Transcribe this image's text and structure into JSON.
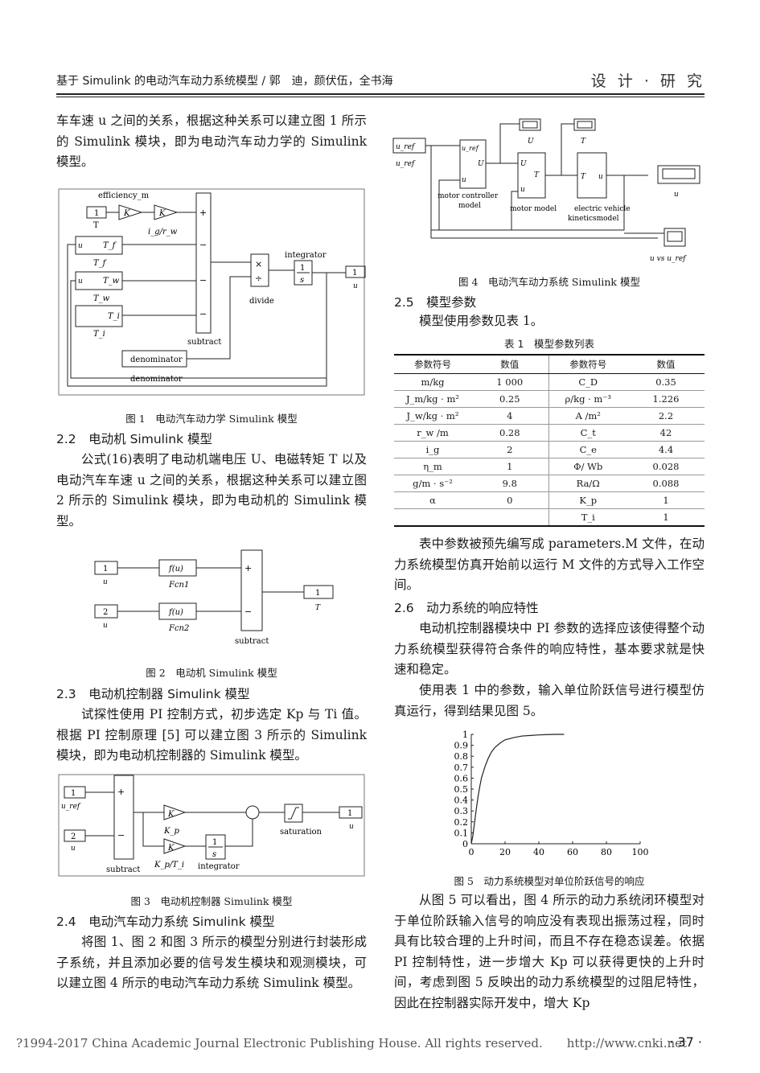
{
  "header": {
    "left": "基于 Simulink 的电动汽车动力系统模型 / 郭　迪，颜伏伍，全书海",
    "right": "设 计 · 研 究"
  },
  "left": {
    "intro": "车车速 u 之间的关系，根据这种关系可以建立图 1 所示的 Simulink 模块，即为电动汽车动力学的 Simulink 模型。",
    "fig1": {
      "efficiency": "efficiency_m",
      "K1": "K",
      "K2": "K",
      "T": "T",
      "igrw": "i_g/r_w",
      "u": "u",
      "Tf_in": "T_f",
      "Tf_lbl": "T_f",
      "Tw_in": "T_w",
      "Tw_lbl": "T_w",
      "Ti_in": "T_i",
      "Ti_lbl": "T_i",
      "plus": "+",
      "minus": "−",
      "subtract": "subtract",
      "times": "×",
      "div": "÷",
      "divide": "divide",
      "integrator": "integrator",
      "int_num": "1",
      "int_den": "s",
      "out_num": "1",
      "out_u": "u",
      "in_num": "1",
      "denominator_box": "denominator",
      "denominator_lbl": "denominator",
      "caption": "图 1　电动汽车动力学 Simulink 模型"
    },
    "sec22": "2.2　电动机 Simulink 模型",
    "para22": "公式(16)表明了电动机端电压 U、电磁转矩 T 以及电动汽车车速 u 之间的关系，根据这种关系可以建立图 2 所示的 Simulink 模块，即为电动机的 Simulink 模型。",
    "fig2": {
      "in1": "1",
      "in2": "2",
      "u": "u",
      "fcn": "f(u)",
      "fcn1": "Fcn1",
      "fcn2": "Fcn2",
      "plus": "+",
      "minus": "−",
      "subtract": "subtract",
      "out": "1",
      "T": "T",
      "caption": "图 2　电动机 Simulink 模型"
    },
    "sec23": "2.3　电动机控制器 Simulink 模型",
    "para23": "试探性使用 PI 控制方式，初步选定 Kp 与 Ti 值。根据 PI 控制原理 [5] 可以建立图 3 所示的 Simulink 模块，即为电动机控制器的 Simulink 模型。",
    "fig3": {
      "in1": "1",
      "uref": "u_ref",
      "in2": "2",
      "u": "u",
      "plus": "+",
      "minus": "−",
      "subtract": "subtract",
      "K": "K",
      "Kp": "K_p",
      "KpTi": "K_p/T_i",
      "int_num": "1",
      "int_den": "s",
      "integrator": "integrator",
      "saturation": "saturation",
      "out": "1",
      "outu": "u",
      "caption": "图 3　电动机控制器 Simulink 模型"
    },
    "sec24": "2.4　电动汽车动力系统 Simulink 模型",
    "para24": "将图 1、图 2 和图 3 所示的模型分别进行封装形成子系统，并且添加必要的信号发生模块和观测模块，可以建立图 4 所示的电动汽车动力系统 Simulink 模型。"
  },
  "right": {
    "fig4": {
      "uref_box": "u_ref",
      "uref_lbl": "u_ref",
      "c_uref": "u_ref",
      "c_U": "U",
      "c_u": "u",
      "mc": "motor controller",
      "mc2": "model",
      "m_U": "U",
      "m_T": "T",
      "m_u": "u",
      "mm": "motor model",
      "k_T": "T",
      "k_u": "u",
      "ev1": "electric vehicle",
      "ev2": "kineticsmodel",
      "sU": "U",
      "sT": "T",
      "su": "u",
      "suvs": "u vs u_ref",
      "caption": "图 4　电动汽车动力系统 Simulink 模型"
    },
    "sec25": "2.5　模型参数",
    "para25": "模型使用参数见表 1。",
    "table_title": "表 1　模型参数列表",
    "table": {
      "headers": [
        "参数符号",
        "数值",
        "参数符号",
        "数值"
      ],
      "rows": [
        [
          "m/kg",
          "1 000",
          "C_D",
          "0.35"
        ],
        [
          "J_m/kg · m²",
          "0.25",
          "ρ/kg · m⁻³",
          "1.226"
        ],
        [
          "J_w/kg · m²",
          "4",
          "A /m²",
          "2.2"
        ],
        [
          "r_w /m",
          "0.28",
          "C_t",
          "42"
        ],
        [
          "i_g",
          "2",
          "C_e",
          "4.4"
        ],
        [
          "η_m",
          "1",
          "Φ/ Wb",
          "0.028"
        ],
        [
          "g/m · s⁻²",
          "9.8",
          "Ra/Ω",
          "0.088"
        ],
        [
          "α",
          "0",
          "K_p",
          "1"
        ],
        [
          "",
          "",
          "T_i",
          "1"
        ]
      ]
    },
    "para_t1": "表中参数被预先编写成 parameters.M 文件，在动力系统模型仿真开始前以运行 M 文件的方式导入工作空间。",
    "sec26": "2.6　动力系统的响应特性",
    "para26a": "电动机控制器模块中 PI 参数的选择应该使得整个动力系统模型获得符合条件的响应特性，基本要求就是快速和稳定。",
    "para26b": "使用表 1 中的参数，输入单位阶跃信号进行模型仿真运行，得到结果见图 5。",
    "fig5_caption": "图 5　动力系统模型对单位阶跃信号的响应",
    "para_end": "从图 5 可以看出，图 4 所示的动力系统闭环模型对于单位阶跃输入信号的响应没有表现出振荡过程，同时具有比较合理的上升时间，而且不存在稳态误差。依据 PI 控制特性，进一步增大 Kp 可以获得更快的上升时间，考虑到图 5 反映出的动力系统模型的过阻尼特性，因此在控制器实际开发中，增大 Kp"
  },
  "chart_data": {
    "type": "line",
    "title": "",
    "xlabel": "",
    "ylabel": "",
    "xlim": [
      0,
      100
    ],
    "ylim": [
      0,
      1
    ],
    "xticks": [
      "0",
      "20",
      "40",
      "60",
      "80",
      "100"
    ],
    "yticks": [
      "0",
      "0.1",
      "0.2",
      "0.3",
      "0.4",
      "0.5",
      "0.6",
      "0.7",
      "0.8",
      "0.9",
      "1"
    ],
    "series": [
      {
        "x": [
          0,
          1,
          2,
          3,
          4,
          5,
          6,
          8,
          10,
          12,
          14,
          17,
          20,
          25,
          30,
          35,
          40,
          45,
          50,
          55
        ],
        "y": [
          0,
          0.08,
          0.2,
          0.32,
          0.43,
          0.52,
          0.6,
          0.7,
          0.78,
          0.84,
          0.88,
          0.92,
          0.95,
          0.97,
          0.985,
          0.99,
          0.995,
          0.998,
          1,
          1
        ]
      }
    ],
    "grid": false
  },
  "footer": {
    "copyright": "?1994-2017 China Academic Journal Electronic Publishing House. All rights reserved.　　http://www.cnki.net",
    "page": "· 37 ·"
  }
}
